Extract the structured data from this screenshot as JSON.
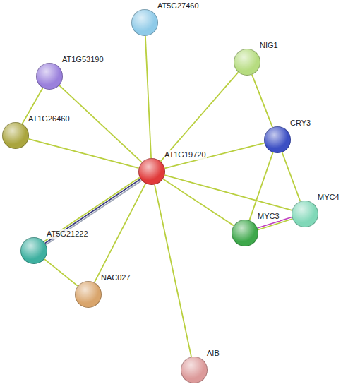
{
  "diagram": {
    "nodes": [
      {
        "text": [
          "AT5G27460"
        ]
      },
      {
        "text": [
          "NIG1"
        ]
      },
      {
        "text": [
          "AT1G53190"
        ]
      },
      {
        "text": [
          "AT1G26460"
        ]
      },
      {
        "text": [
          "CRY3"
        ]
      },
      {
        "text": [
          "AT1G19720"
        ]
      },
      {
        "text": [
          "MYC4"
        ]
      },
      {
        "text": [
          "MYC3"
        ]
      },
      {
        "text": [
          "AT5G21222"
        ]
      },
      {
        "text": [
          "NAC027"
        ]
      },
      {
        "text": [
          "AIB"
        ]
      }
    ],
    "edges": [
      {
        "from": 5,
        "to": 0,
        "arrow": "none"
      },
      {
        "from": 5,
        "to": 1,
        "arrow": "none"
      },
      {
        "from": 2,
        "to": 5,
        "arrow": "none"
      },
      {
        "from": 2,
        "to": 3,
        "arrow": "none"
      },
      {
        "from": 3,
        "to": 5,
        "arrow": "none"
      },
      {
        "from": 1,
        "to": 4,
        "arrow": "none"
      },
      {
        "from": 5,
        "to": 4,
        "arrow": "none"
      },
      {
        "from": 4,
        "to": 7,
        "arrow": "none"
      },
      {
        "from": 4,
        "to": 6,
        "arrow": "none"
      },
      {
        "from": 5,
        "to": 6,
        "arrow": "none"
      },
      {
        "from": 5,
        "to": 7,
        "arrow": "none"
      },
      {
        "from": 7,
        "to": 6,
        "arrow": "none"
      },
      {
        "from": 8,
        "to": 5,
        "arrow": "none"
      },
      {
        "from": 8,
        "to": 9,
        "arrow": "none"
      },
      {
        "from": 9,
        "to": 5,
        "arrow": "none"
      },
      {
        "from": 5,
        "to": 10,
        "arrow": "none"
      }
    ]
  }
}
